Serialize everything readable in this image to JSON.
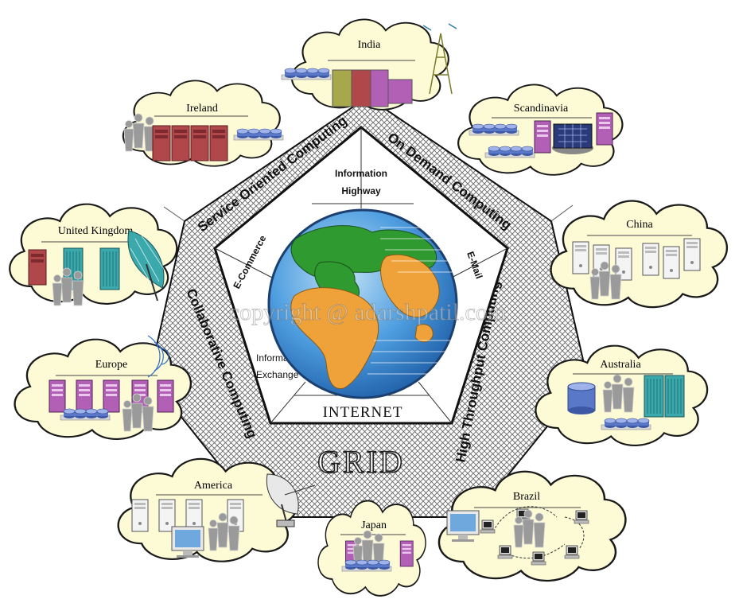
{
  "center": {
    "core_label": "INTERNET",
    "sectors": {
      "top": [
        "Information",
        "Highway"
      ],
      "left": "E-Commerce",
      "right": "E-Mail",
      "bottom_left": [
        "Information",
        "Exchange"
      ]
    }
  },
  "ring": {
    "title": "GRID",
    "paradigms": {
      "service_oriented": "Service Oriented Computing",
      "on_demand": "On Demand Computing",
      "high_throughput": "High Throughput Computing",
      "collaborative": "Collaborative Computing"
    }
  },
  "regions": {
    "india": "India",
    "ireland": "Ireland",
    "scandinavia": "Scandinavia",
    "united_kingdom": "United Kingdom",
    "china": "China",
    "europe": "Europe",
    "australia": "Australia",
    "america": "America",
    "japan": "Japan",
    "brazil": "Brazil"
  },
  "watermark": "copyright @ adarshpatil.com",
  "colors": {
    "cloud_fill": "#fdfbd6",
    "ocean": "#3f8fd6",
    "land_green": "#2f9a2f",
    "land_orange": "#f0a23a",
    "server_red": "#b0474b",
    "server_purple": "#b25fb6",
    "server_teal": "#3ba8ac",
    "disk_blue": "#5a78c8"
  }
}
